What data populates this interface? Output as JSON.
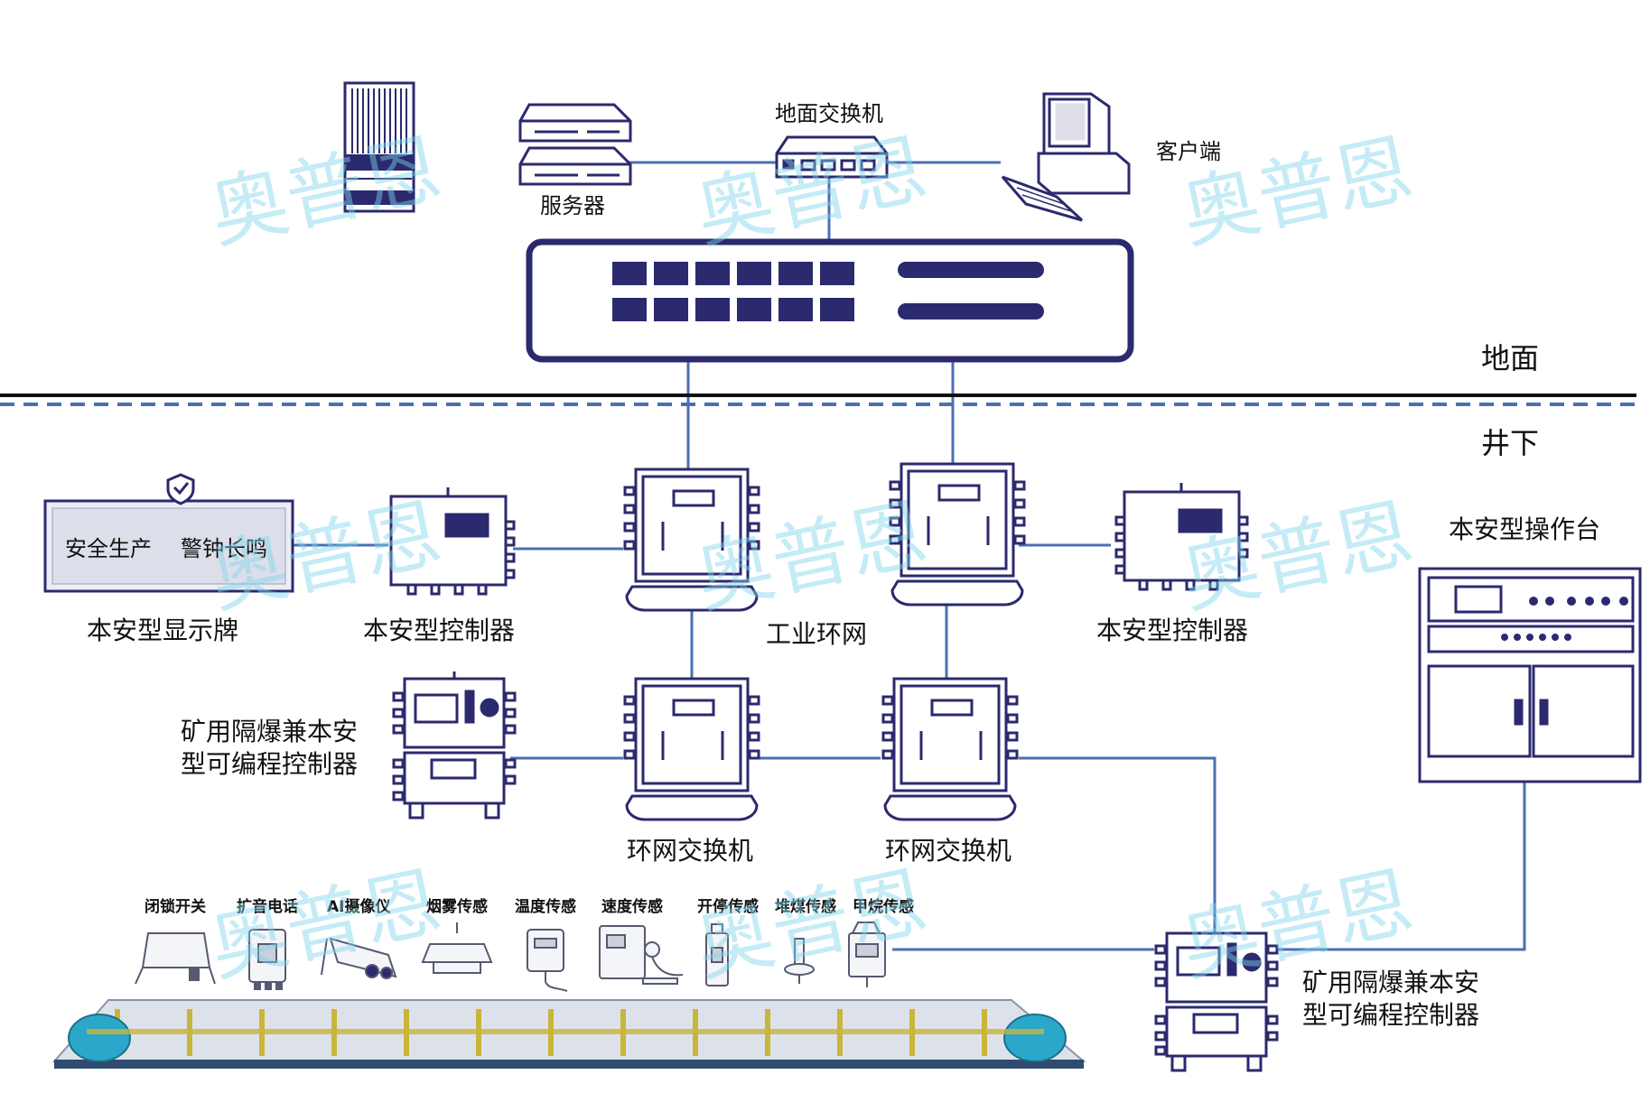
{
  "labels": {
    "surface_switch": "地面交换机",
    "server": "服务器",
    "client": "客户端",
    "ground": "地面",
    "underground": "井下",
    "display_text_1": "安全生产",
    "display_text_2": "警钟长鸣",
    "display": "本安型显示牌",
    "controller_left": "本安型控制器",
    "controller_right": "本安型控制器",
    "ring_network": "工业环网",
    "plc_left_line1": "矿用隔爆兼本安",
    "plc_left_line2": "型可编程控制器",
    "ring_switch_left": "环网交换机",
    "ring_switch_right": "环网交换机",
    "console": "本安型操作台",
    "plc_right_line1": "矿用隔爆兼本安",
    "plc_right_line2": "型可编程控制器"
  },
  "sensors": [
    "闭锁开关",
    "扩音电话",
    "AI摄像仪",
    "烟雾传感",
    "温度传感",
    "速度传感",
    "开停传感",
    "堆煤传感",
    "甲烷传感"
  ],
  "watermark": "奥普恩",
  "colors": {
    "device": "#2b2a6e",
    "link": "#4a6fb5",
    "belt": "#2aa7c9",
    "idler": "#c9b53a",
    "watermark": "#7fd6ec"
  }
}
